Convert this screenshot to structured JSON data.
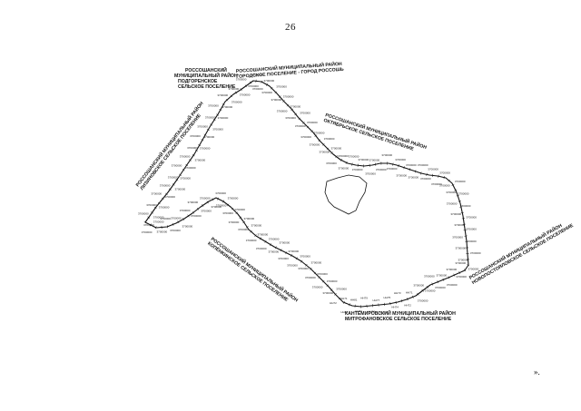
{
  "page": {
    "number": "26",
    "closing_mark": "»."
  },
  "map": {
    "regions": {
      "podgorensk": [
        "РОССОШАНСКИЙ",
        "МУНИЦИПАЛЬНЫЙ РАЙОН",
        "ПОДГОРЕНСКОЕ",
        "СЕЛЬСКОЕ ПОСЕЛЕНИЕ"
      ],
      "rossosh_town": [
        "РОССОШАНСКИЙ МУНИЦИПАЛЬНЫЙ РАЙОН",
        "ГОРОДСКОЕ ПОСЕЛЕНИЕ - ГОРОД РОССОШЬ"
      ],
      "northeast": [
        "РОССОШАНСКИЙ МУНИЦИПАЛЬНЫЙ РАЙОН",
        "ОКТЯБРЬСКОЕ СЕЛЬСКОЕ ПОСЕЛЕНИЕ"
      ],
      "west": [
        "РОССОШАНСКИЙ МУНИЦИПАЛЬНЫЙ РАЙОН",
        "ЛИЗИНОВСКОЕ СЕЛЬСКОЕ ПОСЕЛЕНИЕ"
      ],
      "southwest": [
        "РОССОШАНСКИЙ МУНИЦИПАЛЬНЫЙ РАЙОН",
        "КОПЁНКИНСКОЕ СЕЛЬСКОЕ ПОСЕЛЕНИЕ"
      ],
      "southeast": [
        "РОССОШАНСКИЙ МУНИЦИПАЛЬНЫЙ РАЙОН",
        "НОВОПОСТОЯЛОВСКОЕ СЕЛЬСКОЕ ПОСЕЛЕНИЕ"
      ],
      "south": [
        "КАНТЕМИРОВСКИЙ МУНИЦИПАЛЬНЫЙ РАЙОН",
        "МИТРОФАНОВСКОЕ СЕЛЬСКОЕ ПОСЕЛЕНИЕ"
      ]
    },
    "point_label": "3700000",
    "south_point_labels": [
      "НН71",
      "НН72",
      "НН73",
      "НН74",
      "НН75",
      "НН76",
      "НН77",
      "НН78",
      "НН79",
      "НН80",
      "НН81",
      "НН82"
    ]
  }
}
